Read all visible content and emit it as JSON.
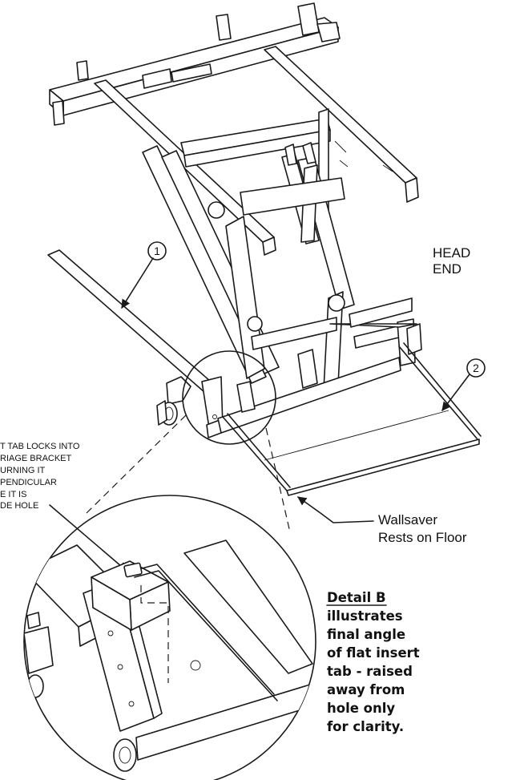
{
  "labels": {
    "head_end": [
      "HEAD",
      "END"
    ],
    "callout_1": "1",
    "callout_2": "2",
    "wallsaver": [
      "Wallsaver",
      "Rests on Floor"
    ],
    "insert_note": [
      "T TAB LOCKS INTO",
      "RIAGE BRACKET",
      "URNING IT",
      "PENDICULAR",
      "E IT IS",
      "DE HOLE"
    ],
    "detail_title": "Detail B",
    "detail_text": [
      "illustrates",
      "final angle",
      "of flat insert",
      "tab - raised",
      "away from",
      "hole only",
      "for clarity."
    ]
  },
  "colors": {
    "line": "#1a1a1a",
    "background": "#ffffff"
  }
}
